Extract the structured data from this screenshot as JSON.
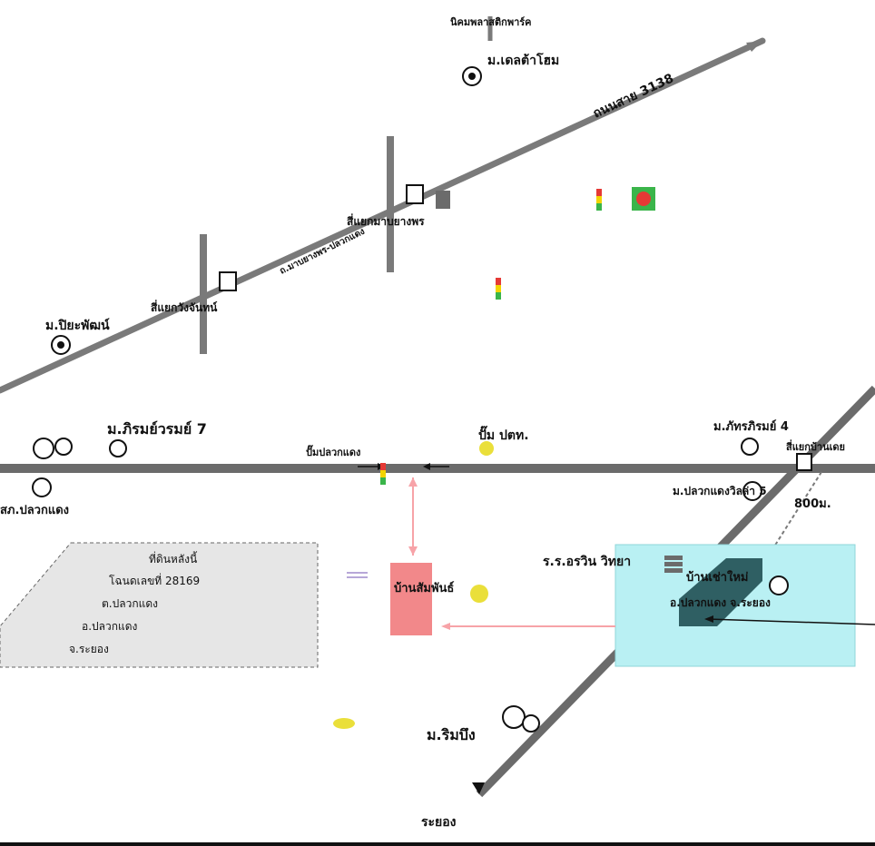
{
  "labels": {
    "top_road_end": "นิคมพลาสติกพาร์ค",
    "village_top": "ม.เดลต้าโฮม",
    "diag_road_upper": "ถนนสาย 3138",
    "intersection_1": "สี่แยกมาบยางพร",
    "intersection_2": "สี่แยกวังจันทน์",
    "diag_road_lower": "ถ.มาบยางพร-ปลวกแดง",
    "village_left": "ม.ปิยะพัฒน์",
    "village_1": "ม.ภิรมย์วรมย์ 7",
    "village_2": "ม.ภัทรภิรมย์ 4",
    "village_3": "ม.ปลวกแดงวิลล่า 5",
    "village_4": "ม.ริมบึง",
    "district": "สภ.ปลวกแดง",
    "pump": "ปั๊ม ปตท.",
    "mid_road": "ปั๊มปลวกแดง",
    "intersection_right": "สี่แยกบ้านเดย",
    "distance": "800ม.",
    "school": "ร.ร.อรวิน วิทยา",
    "blue_line_1": "บ้านเช่าใหม่",
    "blue_line_2": "อ.ปลวกแดง จ.ระยอง",
    "blue_line_3": "",
    "blue_line_4": "",
    "red_box": "บ้านสัมพันธ์",
    "bottom_dest": "ระยอง"
  },
  "address": {
    "line1": "ที่ดินหลังนี้",
    "line2": "โฉนดเลขที่ 28169",
    "line3": "ต.ปลวกแดง",
    "line4": "อ.ปลวกแดง",
    "line5": "จ.ระยอง"
  },
  "colors": {
    "road": "#7a7a7a",
    "road_dark": "#6b6b6b",
    "panel_gray": "#e6e6e6",
    "panel_cyan": "#b9f0f3",
    "panel_dark": "#2f5f63",
    "red_box": "#f2888a",
    "arrow_pink": "#f7a3a8",
    "traffic_green": "#3ab54a",
    "traffic_red": "#e53935",
    "traffic_yellow": "#f3d400",
    "yellow_marker": "#eadf3a"
  },
  "icons": [
    "traffic-light-icon",
    "gas-station-icon",
    "village-icon",
    "shop-icon",
    "school-icon",
    "red-box-icon"
  ]
}
